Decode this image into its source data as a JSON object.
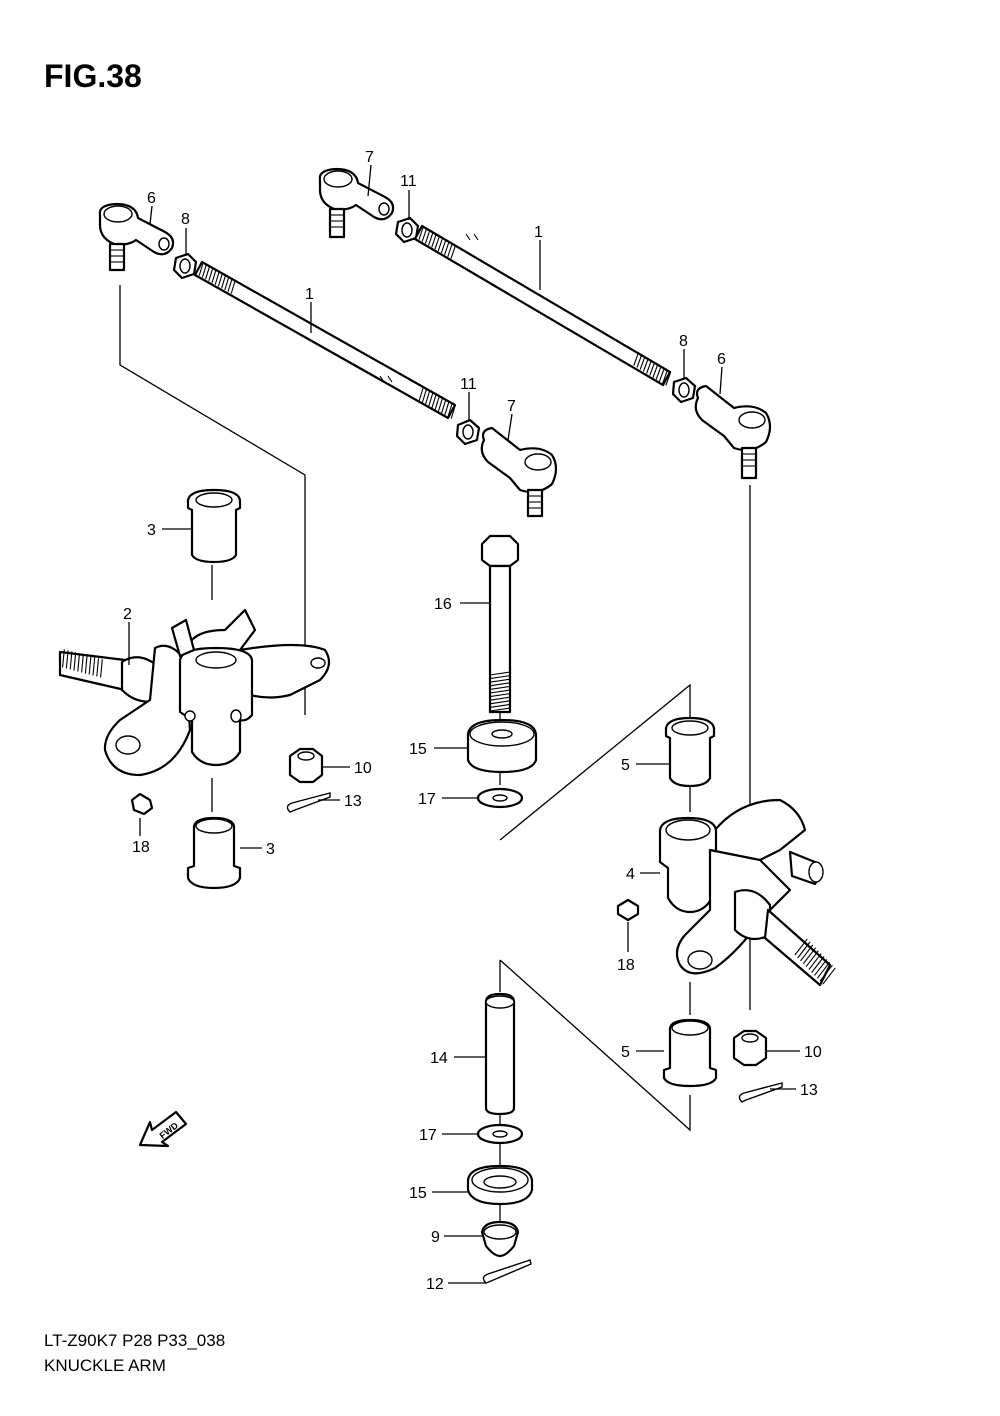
{
  "title": "FIG.38",
  "footer": {
    "model_code": "LT-Z90K7  P28  P33_038",
    "section_name": "KNUCKLE ARM"
  },
  "fwd_label": "FWD",
  "callouts": [
    {
      "id": "c-6a",
      "text": "6"
    },
    {
      "id": "c-8a",
      "text": "8"
    },
    {
      "id": "c-1a",
      "text": "1"
    },
    {
      "id": "c-11a",
      "text": "11"
    },
    {
      "id": "c-7a",
      "text": "7"
    },
    {
      "id": "c-7b",
      "text": "7"
    },
    {
      "id": "c-11b",
      "text": "11"
    },
    {
      "id": "c-1b",
      "text": "1"
    },
    {
      "id": "c-8b",
      "text": "8"
    },
    {
      "id": "c-6b",
      "text": "6"
    },
    {
      "id": "c-3a",
      "text": "3"
    },
    {
      "id": "c-2",
      "text": "2"
    },
    {
      "id": "c-10a",
      "text": "10"
    },
    {
      "id": "c-13a",
      "text": "13"
    },
    {
      "id": "c-18a",
      "text": "18"
    },
    {
      "id": "c-3b",
      "text": "3"
    },
    {
      "id": "c-16",
      "text": "16"
    },
    {
      "id": "c-15a",
      "text": "15"
    },
    {
      "id": "c-17a",
      "text": "17"
    },
    {
      "id": "c-5a",
      "text": "5"
    },
    {
      "id": "c-4",
      "text": "4"
    },
    {
      "id": "c-18b",
      "text": "18"
    },
    {
      "id": "c-14",
      "text": "14"
    },
    {
      "id": "c-5b",
      "text": "5"
    },
    {
      "id": "c-10b",
      "text": "10"
    },
    {
      "id": "c-13b",
      "text": "13"
    },
    {
      "id": "c-17b",
      "text": "17"
    },
    {
      "id": "c-15b",
      "text": "15"
    },
    {
      "id": "c-9",
      "text": "9"
    },
    {
      "id": "c-12",
      "text": "12"
    }
  ]
}
